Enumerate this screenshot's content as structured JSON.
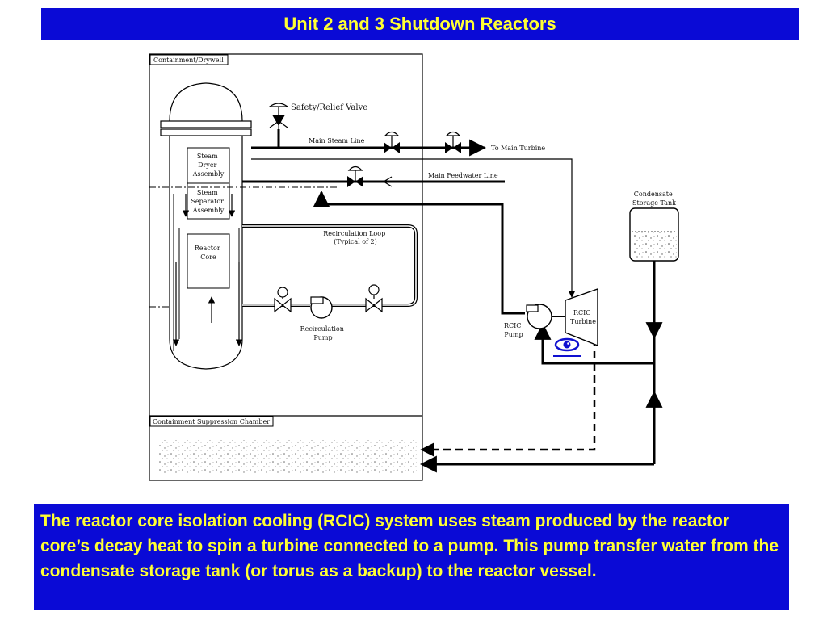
{
  "title": "Unit  2 and 3 Shutdown Reactors",
  "caption": "The reactor core isolation cooling (RCIC) system uses steam produced by the reactor core’s decay heat to spin a turbine connected to a pump. This pump transfer water from the condensate storage tank (or torus as a backup) to the reactor vessel.",
  "diagram": {
    "containment_label": "Containment/Drywell",
    "suppression_label": "Containment Suppression Chamber",
    "safety_valve": "Safety/Relief Valve",
    "main_steam_line": "Main Steam Line",
    "to_main_turbine": "To Main Turbine",
    "main_feedwater_line": "Main Feedwater Line",
    "steam_dryer": [
      "Steam",
      "Dryer",
      "Assembly"
    ],
    "steam_separator": [
      "Steam",
      "Separator",
      "Assembly"
    ],
    "reactor_core": [
      "Reactor",
      "Core"
    ],
    "recirc_loop": [
      "Recirculation Loop",
      "(Typical of 2)"
    ],
    "recirc_pump": [
      "Recirculation",
      "Pump"
    ],
    "condensate_tank": [
      "Condensate",
      "Storage Tank"
    ],
    "rcic_turbine": [
      "RCIC",
      "Turbine"
    ],
    "rcic_pump": [
      "RCIC",
      "Pump"
    ]
  },
  "colors": {
    "banner": "#0a0ad6",
    "banner_text": "#ffff33",
    "eye_icon": "#1010d0"
  }
}
